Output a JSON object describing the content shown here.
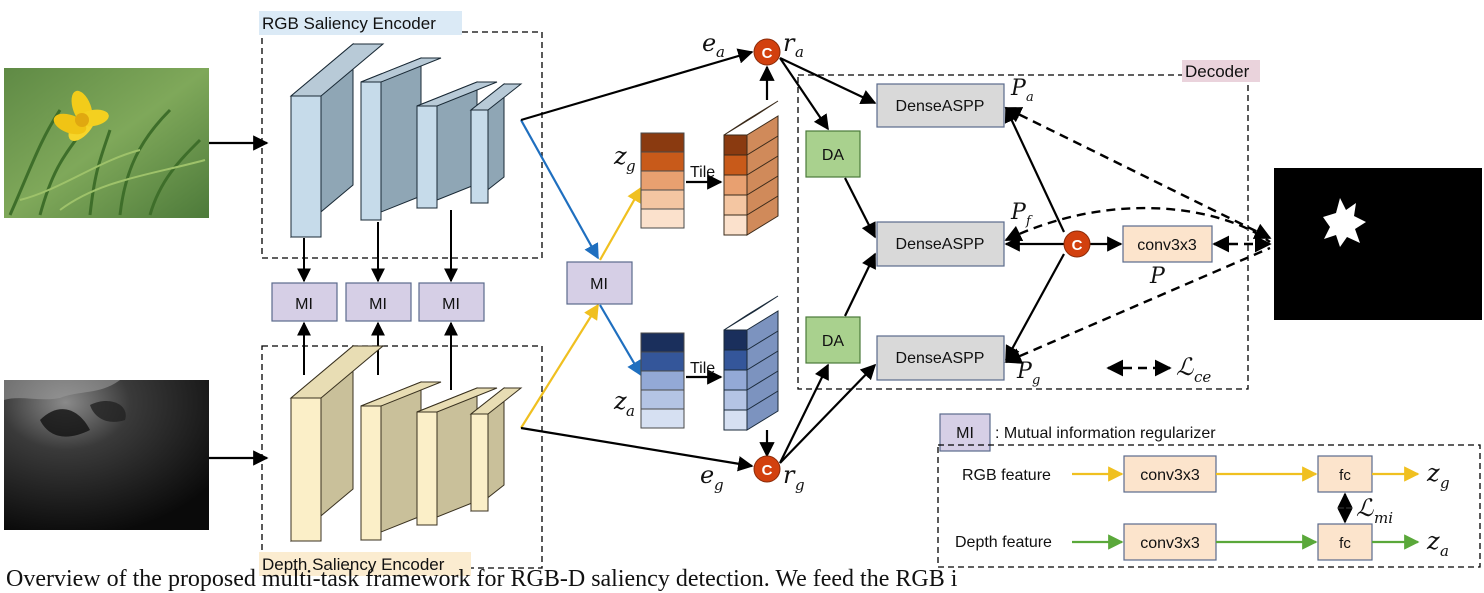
{
  "labels": {
    "rgb_encoder": "RGB Saliency Encoder",
    "depth_encoder": "Depth Saliency Encoder",
    "decoder": "Decoder",
    "mi": "MI",
    "tile": "Tile",
    "da": "DA",
    "dense_aspp": "DenseASPP",
    "conv": "conv3x3",
    "concat": "C",
    "fc": "fc",
    "rgb_feature": "RGB feature",
    "depth_feature": "Depth feature",
    "legend_mi_text": ": Mutual information regularizer"
  },
  "math": {
    "e": "e",
    "r": "r",
    "z": "z",
    "P": "P",
    "L": "ℒ",
    "sub_a": "a",
    "sub_g": "g",
    "sub_f": "f",
    "sub_ce": "ce",
    "sub_mi": "mi"
  },
  "caption": "Overview of the proposed multi-task framework for RGB-D saliency detection. We feed the RGB i"
}
